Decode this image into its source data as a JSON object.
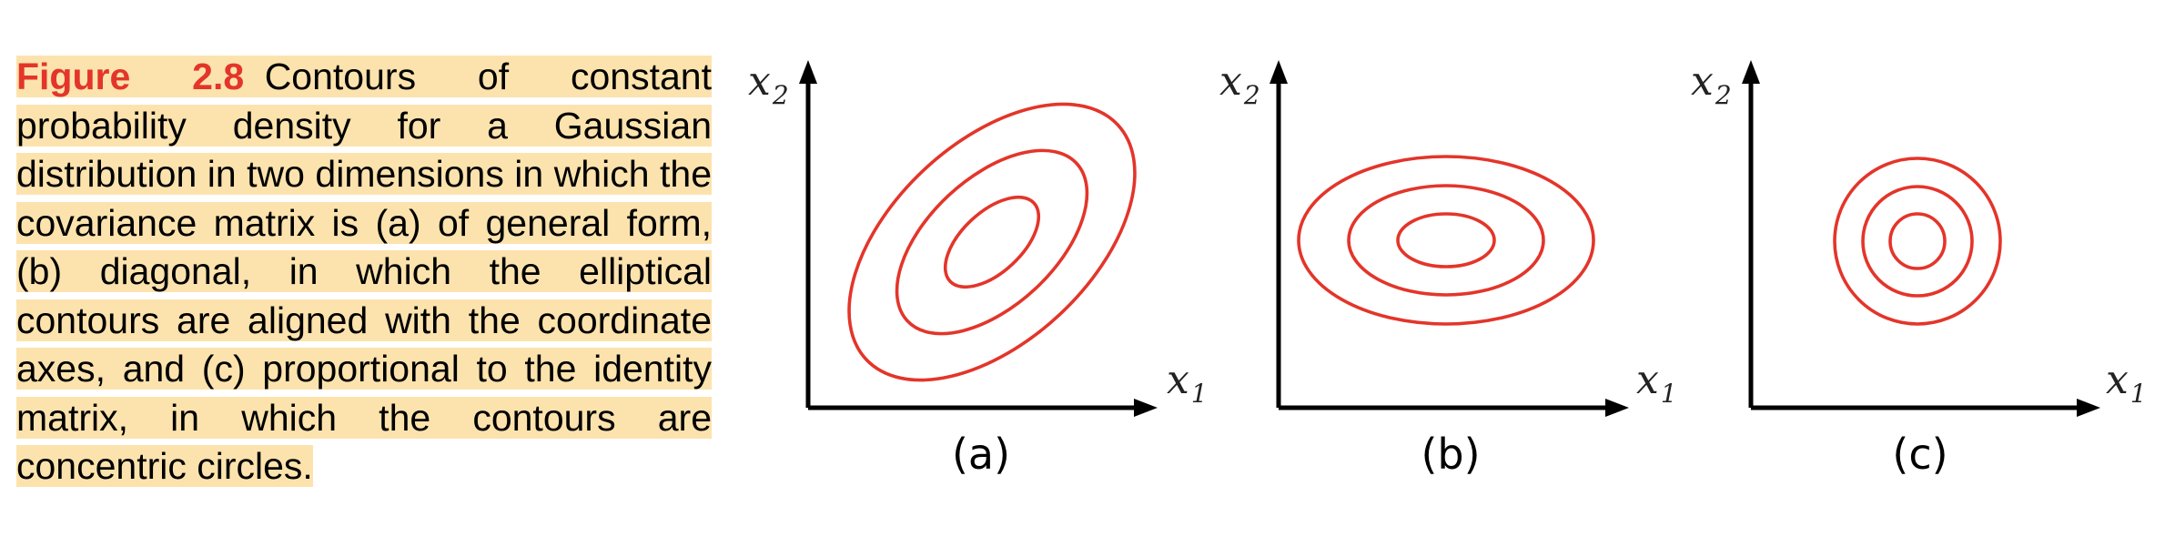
{
  "caption": {
    "label": "Figure 2.8",
    "text": "Contours of constant probability density for a Gaussian distribution in two dimensions in which the covariance matrix is (a) of general form, (b) diagonal, in which the elliptical contours are aligned with the coordinate axes, and (c) proportional to the identity matrix, in which the contours are concentric circles."
  },
  "colors": {
    "highlight": "#fce3ad",
    "figure_label": "#e3352a",
    "contour": "#e3352a"
  },
  "panels": [
    {
      "label": "(a)",
      "x_axis": "x",
      "x_sub": "1",
      "y_axis": "x",
      "y_sub": "2",
      "covariance": "general"
    },
    {
      "label": "(b)",
      "x_axis": "x",
      "x_sub": "1",
      "y_axis": "x",
      "y_sub": "2",
      "covariance": "diagonal"
    },
    {
      "label": "(c)",
      "x_axis": "x",
      "x_sub": "1",
      "y_axis": "x",
      "y_sub": "2",
      "covariance": "identity"
    }
  ]
}
